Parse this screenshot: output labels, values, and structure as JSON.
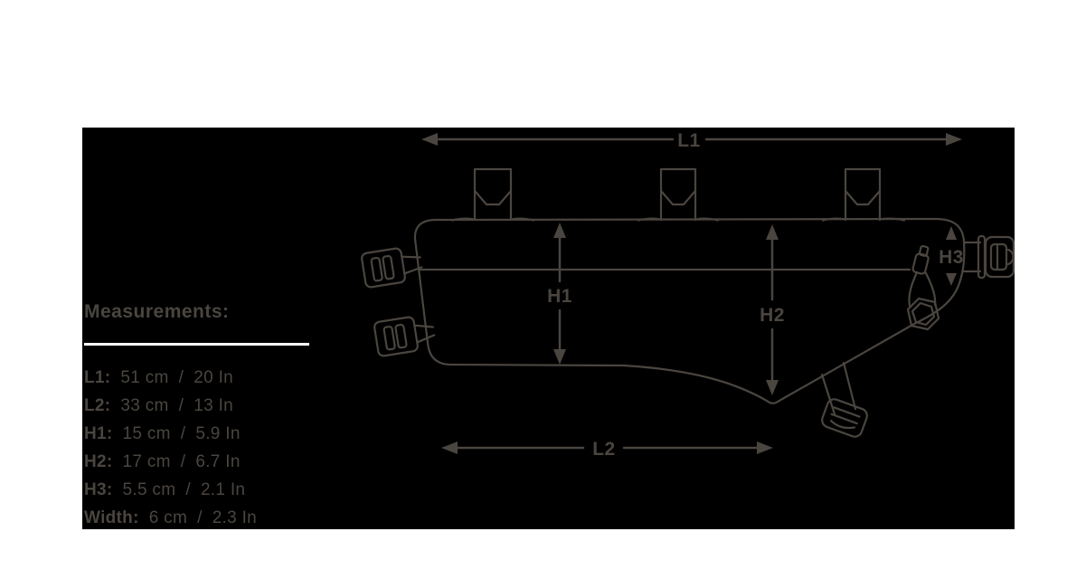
{
  "colors": {
    "background": "#ffffff",
    "panel_background": "#000000",
    "line": "#4a453f",
    "divider": "#ffffff"
  },
  "measurements": {
    "title": "Measurements:",
    "separator": "/",
    "rows": [
      {
        "label": "L1:",
        "metric": "51 cm",
        "imperial": "20 In"
      },
      {
        "label": "L2:",
        "metric": "33 cm",
        "imperial": "13 In"
      },
      {
        "label": "H1:",
        "metric": "15 cm",
        "imperial": "5.9 In"
      },
      {
        "label": "H2:",
        "metric": "17 cm",
        "imperial": "6.7 In"
      },
      {
        "label": "H3:",
        "metric": "5.5 cm",
        "imperial": "2.1 In"
      },
      {
        "label": "Width:",
        "metric": "6 cm",
        "imperial": "2.3 In"
      }
    ]
  },
  "diagram": {
    "subject": "bike frame bag outline with dimension arrows",
    "labels": {
      "l1": "L1",
      "l2": "L2",
      "h1": "H1",
      "h2": "H2",
      "h3": "H3"
    }
  }
}
